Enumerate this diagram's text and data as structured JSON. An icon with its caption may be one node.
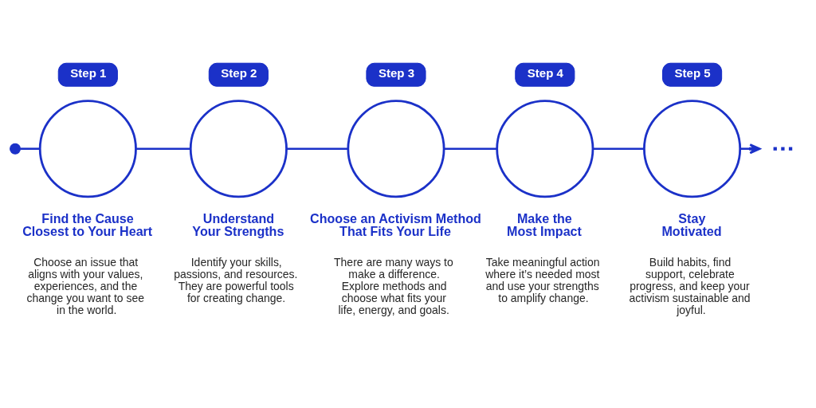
{
  "diagram": {
    "nodes": [
      {
        "text": [],
        "shape": "circle"
      },
      {
        "text": [
          "Step 1"
        ]
      },
      {
        "text": [],
        "shape": "circle",
        "beside": [
          "Find the Cause Closest to Your Heart",
          "Choose an issue that aligns with your values, experiences, and the change you want to see in the world."
        ]
      },
      {
        "text": [
          "Step 2"
        ]
      },
      {
        "text": [],
        "shape": "circle",
        "beside": [
          "Understand Your Strengths",
          "Identify your skills, passions, and resources. They are powerful tools for creating change."
        ]
      },
      {
        "text": [
          "Step 3"
        ]
      },
      {
        "text": [],
        "shape": "circle",
        "beside": [
          "Choose an Activism Method That Fits Your Life",
          "There are many ways to make a difference. Explore methods and choose what fits your life, energy, and goals."
        ]
      },
      {
        "text": [
          "Step 4"
        ]
      },
      {
        "text": [],
        "shape": "circle",
        "beside": [
          "Make the Most Impact",
          "Take meaningful action where it’s needed most and use your strengths to amplify change."
        ]
      },
      {
        "text": [
          "Step 5"
        ]
      },
      {
        "text": [],
        "shape": "circle",
        "beside": [
          "Stay Motivated",
          "Build habits, find support, celebrate progress, and keep your activism sustainable and joyful."
        ]
      }
    ],
    "edges": [
      {
        "from": 0,
        "to": 2,
        "arrow": "none"
      },
      {
        "from": 2,
        "to": 4,
        "arrow": "none"
      },
      {
        "from": 4,
        "to": 6,
        "arrow": "none"
      },
      {
        "from": 6,
        "to": 8,
        "arrow": "none"
      },
      {
        "from": 8,
        "to": 10,
        "arrow": "none"
      },
      {
        "from": 10,
        "to": null,
        "arrow": "to"
      }
    ]
  }
}
